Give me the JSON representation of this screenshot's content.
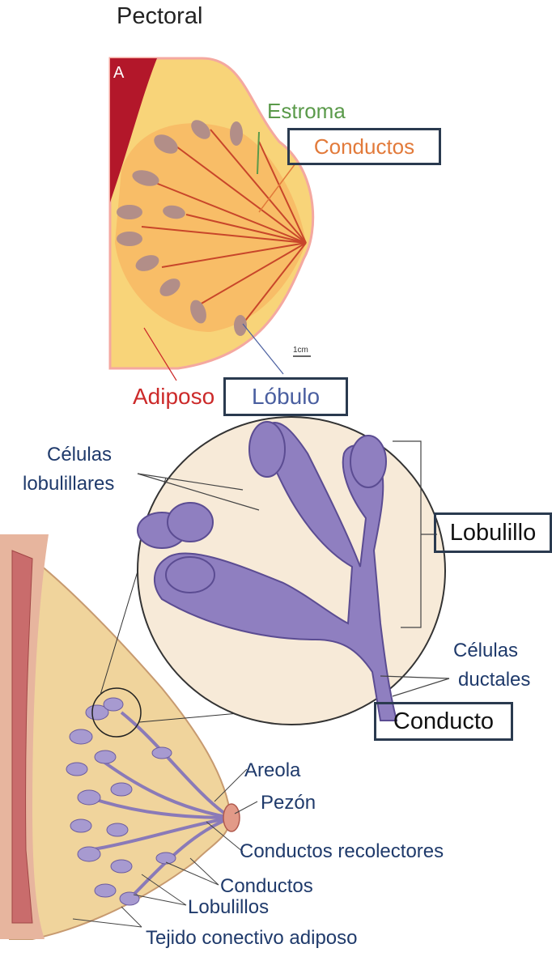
{
  "top_diagram": {
    "pectoral": "Pectoral",
    "marker": "A",
    "estroma": "Estroma",
    "conductos": "Conductos",
    "adiposo": "Adiposo",
    "lobulo": "Lóbulo",
    "scale": "1cm"
  },
  "bottom_diagram": {
    "celulas_lobulillares_1": "Células",
    "celulas_lobulillares_2": "lobulillares",
    "lobulillo": "Lobulillo",
    "celulas_ductales_1": "Células",
    "celulas_ductales_2": "ductales",
    "conducto": "Conducto",
    "areola": "Areola",
    "pezon": "Pezón",
    "conductos_recolectores": "Conductos recolectores",
    "conductos": "Conductos",
    "lobulillos": "Lobulillos",
    "tejido": "Tejido conectivo adiposo"
  },
  "colors": {
    "top_stroma": "#f8d479",
    "top_outline": "#f4a8a0",
    "pectoral_muscle": "#b3172a",
    "duct_orange": "#f07a20",
    "lobule_mauve": "#b28e88",
    "estroma_label": "#5a9a4a",
    "conductos_label": "#e27a3a",
    "adiposo_label": "#cc2a2a",
    "lobulo_label": "#4a5fa0",
    "navy_label": "#1f3a6b",
    "lobular_purple": "#8a7ab8",
    "adipose_yellow": "#f0d49c"
  }
}
